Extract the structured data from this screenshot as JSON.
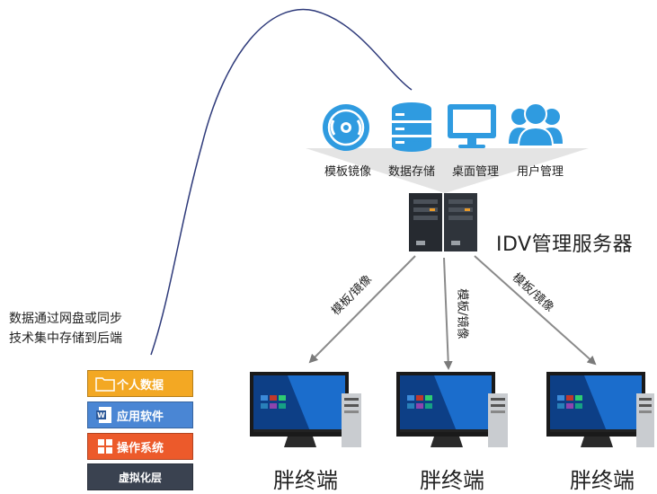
{
  "server": {
    "title": "IDV管理服务器",
    "functions": [
      {
        "icon": "disc-icon",
        "label": "模板镜像"
      },
      {
        "icon": "database-icon",
        "label": "数据存储"
      },
      {
        "icon": "monitor-icon",
        "label": "桌面管理"
      },
      {
        "icon": "users-icon",
        "label": "用户管理"
      }
    ]
  },
  "arrows": {
    "left": "模板/镜像",
    "middle": "模板/镜像",
    "right": "模板/镜像"
  },
  "terminals": [
    {
      "label": "胖终端"
    },
    {
      "label": "胖终端"
    },
    {
      "label": "胖终端"
    }
  ],
  "sync_note": {
    "line1": "数据通过网盘或同步",
    "line2": "技术集中存储到后端"
  },
  "layers": [
    {
      "label": "个人数据",
      "color": "#f3a823",
      "icon": "folder-icon"
    },
    {
      "label": "应用软件",
      "color": "#4a86d4",
      "icon": "word-icon"
    },
    {
      "label": "操作系统",
      "color": "#ec5a2b",
      "icon": "windows-icon"
    },
    {
      "label": "虚拟化层",
      "color": "#3a4250",
      "icon": ""
    }
  ]
}
